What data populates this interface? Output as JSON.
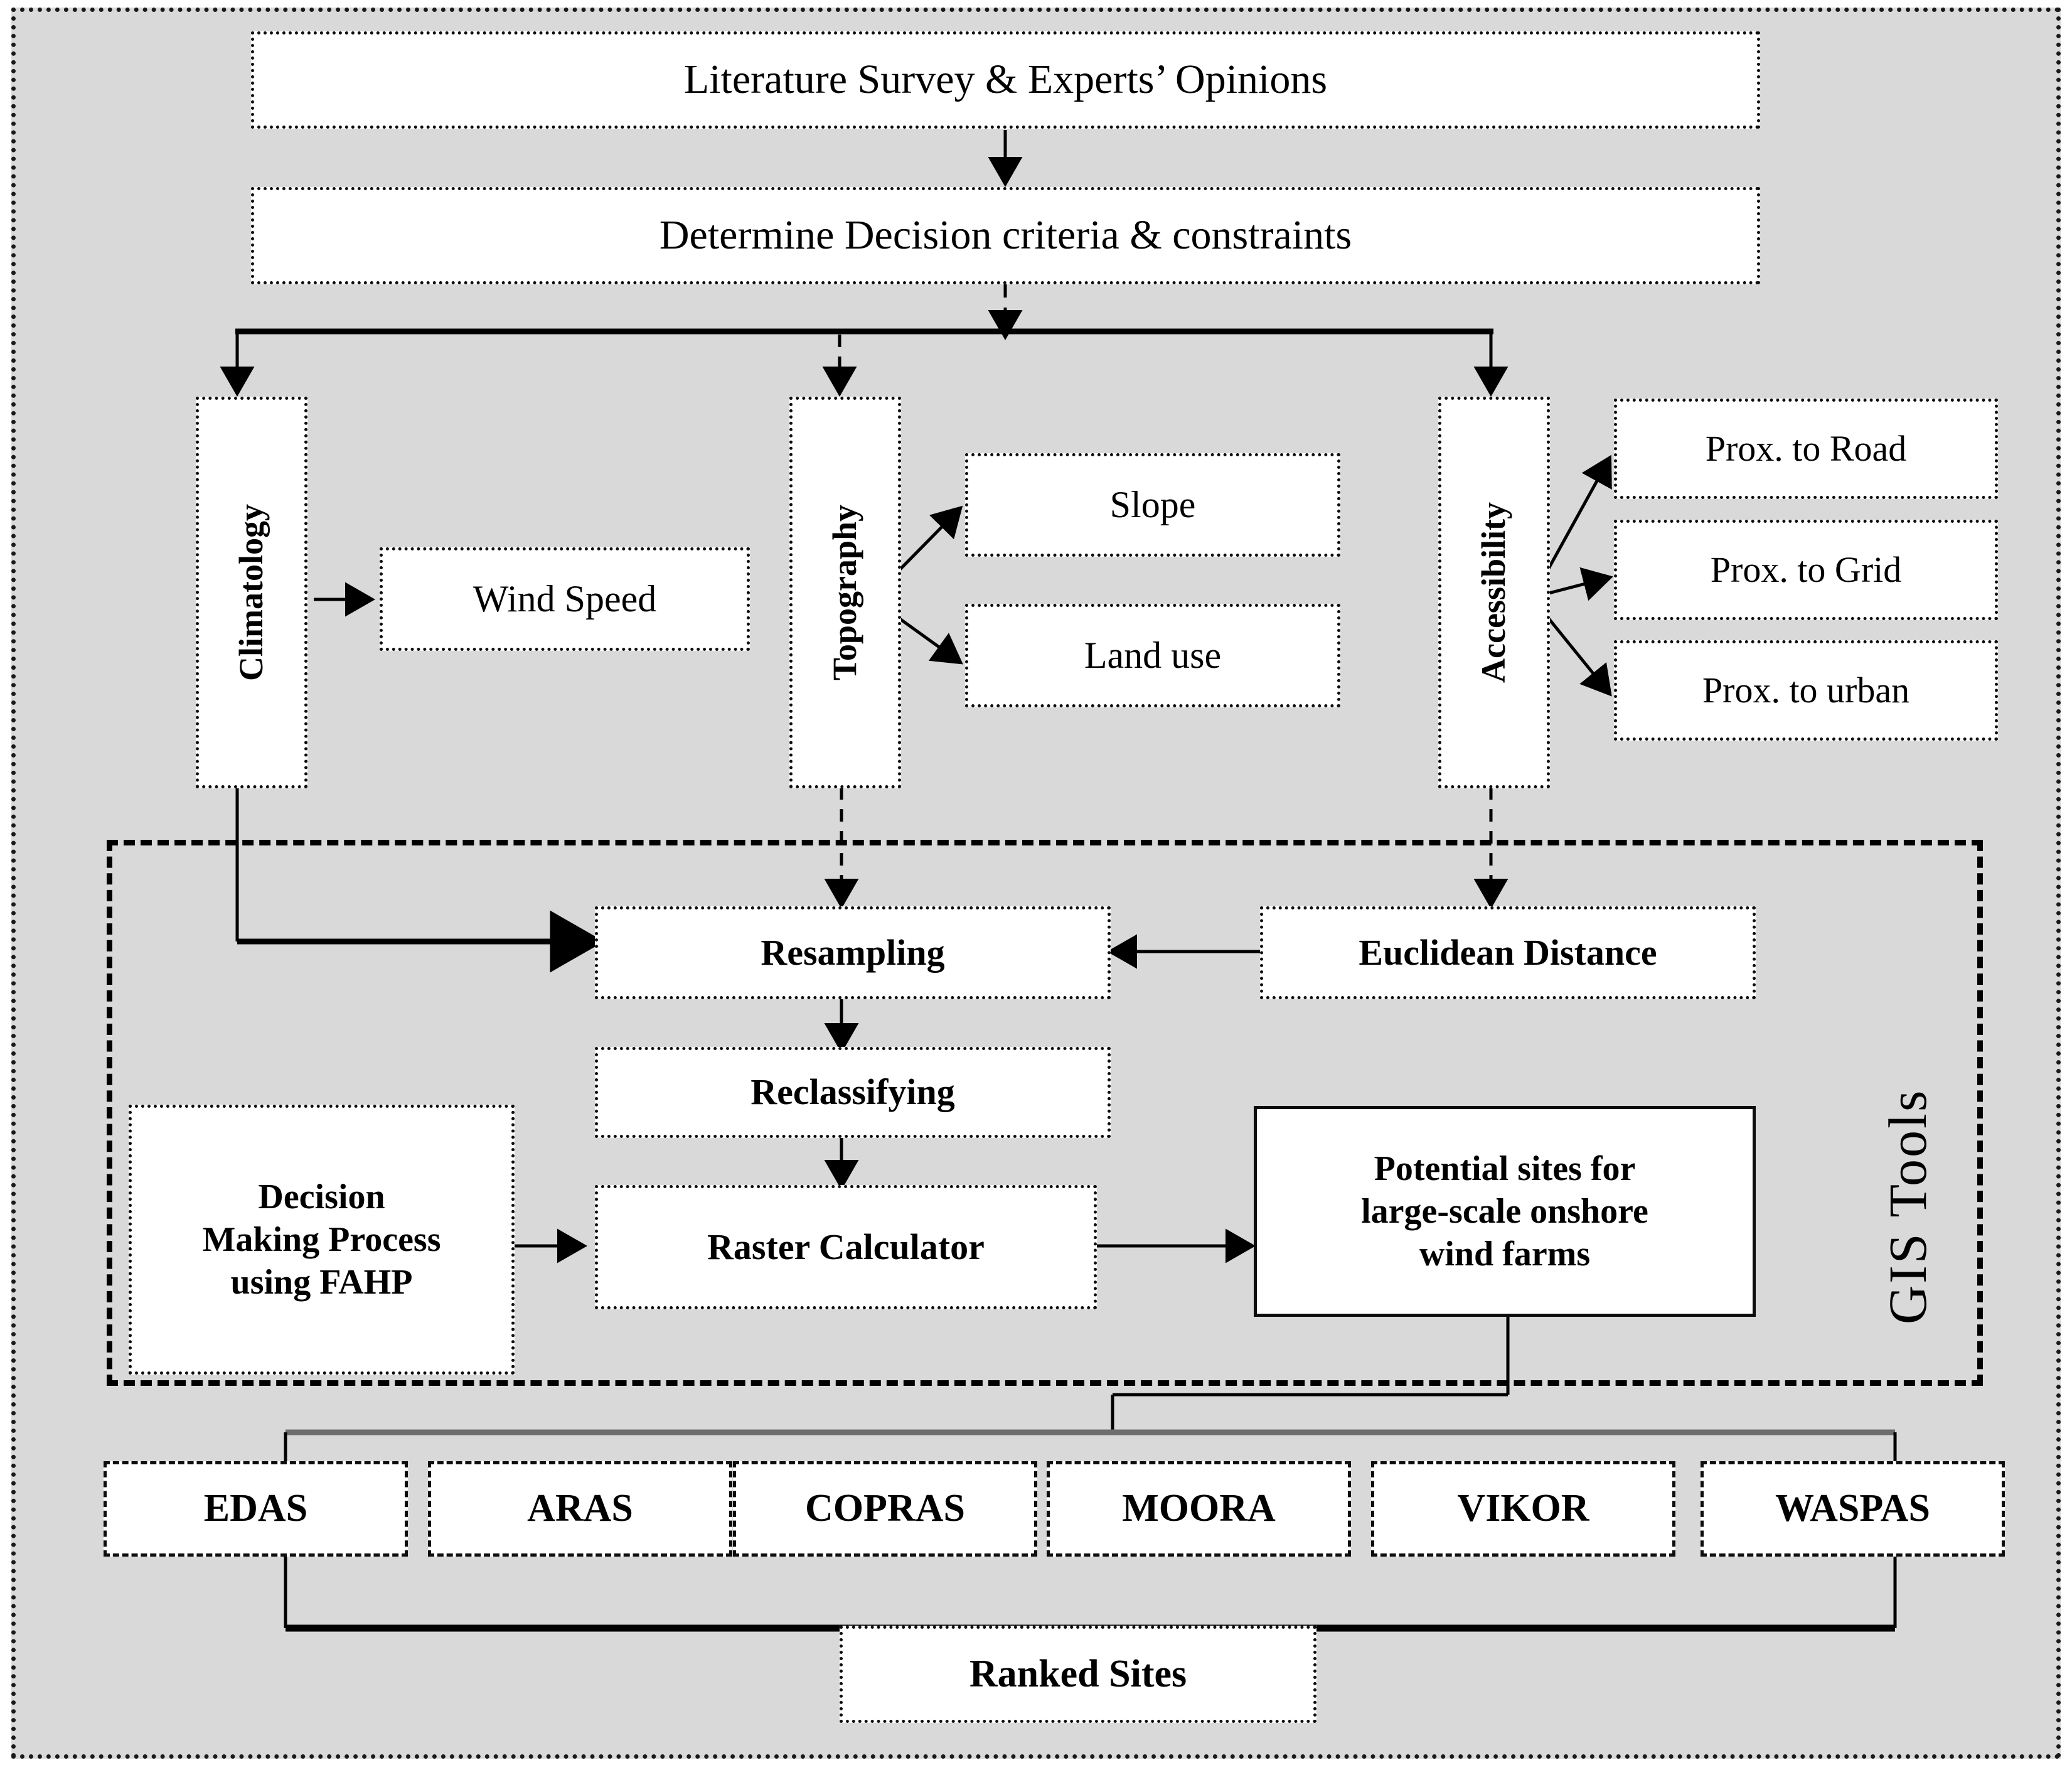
{
  "diagram": {
    "title_top": "Literature Survey & Experts’ Opinions",
    "determine": "Determine Decision criteria & constraints",
    "categories": {
      "climatology": "Climatology",
      "topography": "Topography",
      "accessibility": "Accessibility"
    },
    "criteria": {
      "wind_speed": "Wind Speed",
      "slope": "Slope",
      "land_use": "Land use",
      "prox_road": "Prox. to Road",
      "prox_grid": "Prox. to Grid",
      "prox_urban": "Prox. to urban"
    },
    "gis": {
      "panel_label": "GIS  Tools",
      "resampling": "Resampling",
      "euclidean": "Euclidean Distance",
      "reclassifying": "Reclassifying",
      "raster_calculator": "Raster Calculator",
      "decision_making": "Decision\nMaking Process\nusing FAHP",
      "decision_making_l1": "Decision",
      "decision_making_l2": "Making Process",
      "decision_making_l3": "using FAHP",
      "potential_sites_l1": "Potential sites for",
      "potential_sites_l2": "large-scale onshore",
      "potential_sites_l3": "wind farms"
    },
    "mcdm_methods": [
      {
        "label": "EDAS"
      },
      {
        "label": "ARAS"
      },
      {
        "label": "COPRAS"
      },
      {
        "label": "MOORA"
      },
      {
        "label": "VIKOR"
      },
      {
        "label": "WASPAS"
      }
    ],
    "result": "Ranked Sites",
    "colors": {
      "canvas": "#d9d9d9",
      "box_fill": "#ffffff",
      "stroke": "#0d0d0d",
      "text": "#000000"
    }
  }
}
